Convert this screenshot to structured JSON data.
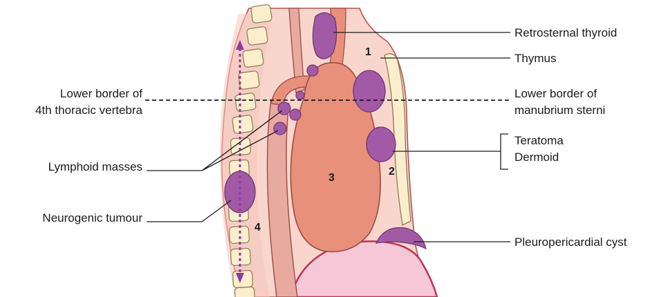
{
  "labels": {
    "retrosternal_thyroid": "Retrosternal thyroid",
    "thymus": "Thymus",
    "lower_border_manubrium_line1": "Lower border of",
    "lower_border_manubrium_line2": "manubrium sterni",
    "teratoma": "Teratoma",
    "dermoid": "Dermoid",
    "pleuropericardial_cyst": "Pleuropericardial cyst",
    "lower_border_vertebra_line1": "Lower border of",
    "lower_border_vertebra_line2": "4th thoracic vertebra",
    "lymphoid_masses": "Lymphoid masses",
    "neurogenic_tumour": "Neurogenic tumour"
  },
  "region_numbers": {
    "superior": "1",
    "anterior": "2",
    "middle": "3",
    "posterior": "4"
  },
  "colors": {
    "tissue": "#f9d6cc",
    "body_outline": "#b8504f",
    "vertebra": "#fbeecd",
    "vertebra_outline": "#8a7a55",
    "heart": "#e8907a",
    "lesion": "#a35aa6",
    "lesion_outline": "#6d3570",
    "diaphragm": "#f5c7d7",
    "diaphragm_edge": "#c0305a",
    "trachea": "#e8a9a0",
    "divider_line": "#1a1a1a"
  }
}
